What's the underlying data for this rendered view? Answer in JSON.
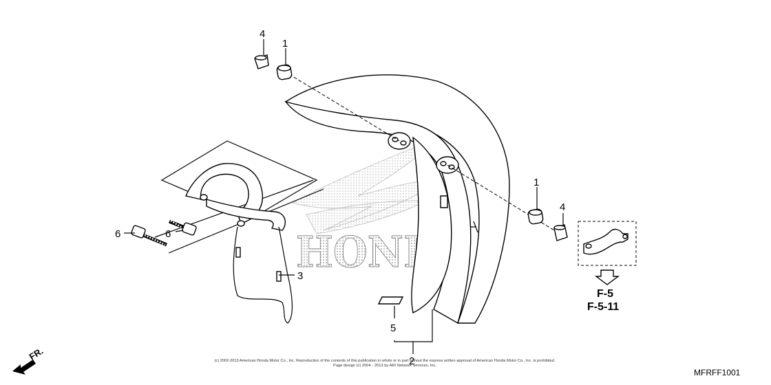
{
  "diagram": {
    "callouts": {
      "c1a": "1",
      "c1b": "1",
      "c2": "2",
      "c3": "3",
      "c4a": "4",
      "c4b": "4",
      "c5": "5",
      "c6a": "6",
      "c6b": "6"
    },
    "reference": {
      "f5": "F-5",
      "f511": "F-5-11"
    },
    "front_label": "FR.",
    "watermark": "HONDA",
    "copyright_line1": "(c) 2002-2013 American Honda Motor Co., Inc. Reproduction of the contents of this publication in whole or in part without the express written approval of American Honda Motor Co., Inc. is prohibited.",
    "copyright_line2": "Page design (c) 2004 - 2013 by ARI Network Services, Inc.",
    "diagram_code": "MFRFF1001"
  },
  "colors": {
    "ink": "#000000",
    "watermark": "#b5b5b5"
  }
}
